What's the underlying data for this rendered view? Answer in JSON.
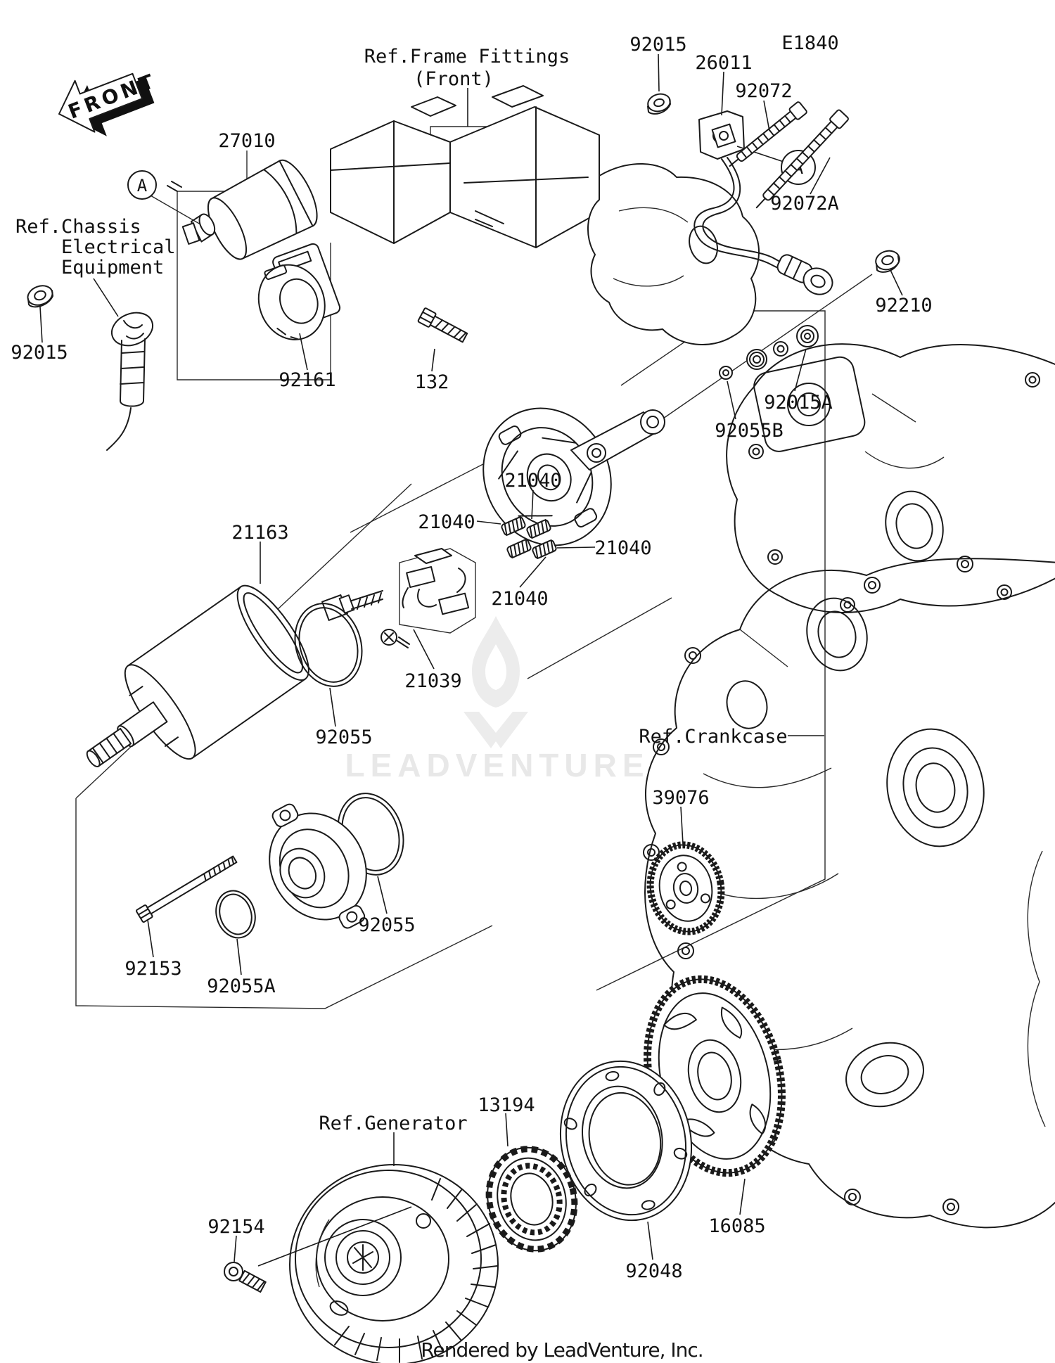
{
  "page": {
    "diagram_code": "E1840",
    "front_label": "FRONT",
    "watermark": "LEADVENTURE",
    "footer": "Rendered by LeadVenture, Inc.",
    "callout_a": "A"
  },
  "refs": {
    "frame_fittings_1": "Ref.Frame Fittings",
    "frame_fittings_2": "(Front)",
    "chassis_1": "Ref.Chassis",
    "chassis_2": "Electrical",
    "chassis_3": "Equipment",
    "crankcase": "Ref.Crankcase",
    "generator": "Ref.Generator"
  },
  "parts": {
    "n27010": "27010",
    "n92015_top": "92015",
    "n26011": "26011",
    "n92072": "92072",
    "n92072a": "92072A",
    "n92210": "92210",
    "n92015_left": "92015",
    "n92161": "92161",
    "n132": "132",
    "n92055b": "92055B",
    "n92015a": "92015A",
    "n21040_top": "21040",
    "n21040_left": "21040",
    "n21040_right": "21040",
    "n21040_bottom": "21040",
    "n21163": "21163",
    "n21039": "21039",
    "n92055_upper": "92055",
    "n92055_lower": "92055",
    "n92153": "92153",
    "n92055a": "92055A",
    "n39076": "39076",
    "n13194": "13194",
    "n92154": "92154",
    "n16085": "16085",
    "n92048": "92048"
  }
}
